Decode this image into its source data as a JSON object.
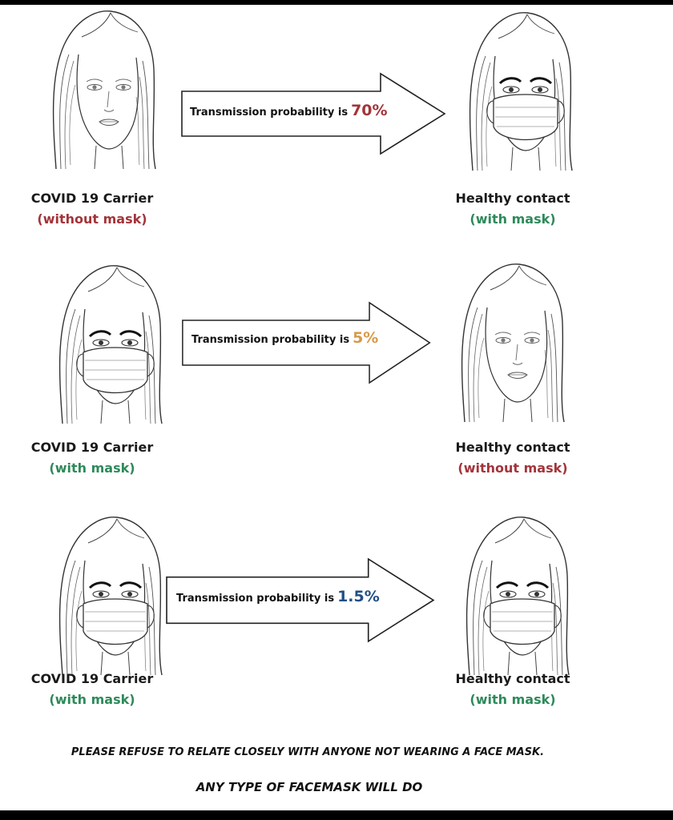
{
  "colors": {
    "red": "#a3343a",
    "green": "#2d8a5a",
    "orange": "#d79a4a",
    "blue": "#1f4f86"
  },
  "rows": [
    {
      "left": {
        "title": "COVID 19 Carrier",
        "mask_status": "(without mask)",
        "status_color": "red",
        "wearing_mask": false
      },
      "right": {
        "title": "Healthy contact",
        "mask_status": "(with mask)",
        "status_color": "green",
        "wearing_mask": true
      },
      "arrow": {
        "text": "Transmission probability is",
        "percent": "70%",
        "percent_color": "red"
      }
    },
    {
      "left": {
        "title": "COVID 19 Carrier",
        "mask_status": "(with mask)",
        "status_color": "green",
        "wearing_mask": true
      },
      "right": {
        "title": "Healthy contact",
        "mask_status": "(without mask)",
        "status_color": "red",
        "wearing_mask": false
      },
      "arrow": {
        "text": "Transmission probability is",
        "percent": "5%",
        "percent_color": "orange"
      }
    },
    {
      "left": {
        "title": "COVID 19 Carrier",
        "mask_status": "(with mask)",
        "status_color": "green",
        "wearing_mask": true
      },
      "right": {
        "title": "Healthy contact",
        "mask_status": "(with mask)",
        "status_color": "green",
        "wearing_mask": true
      },
      "arrow": {
        "text": "Transmission probability is",
        "percent": "1.5%",
        "percent_color": "blue"
      }
    }
  ],
  "footer": {
    "line1": "PLEASE REFUSE TO RELATE CLOSELY WITH ANYONE NOT WEARING A FACE MASK.",
    "line2": "ANY TYPE OF FACEMASK WILL DO"
  }
}
